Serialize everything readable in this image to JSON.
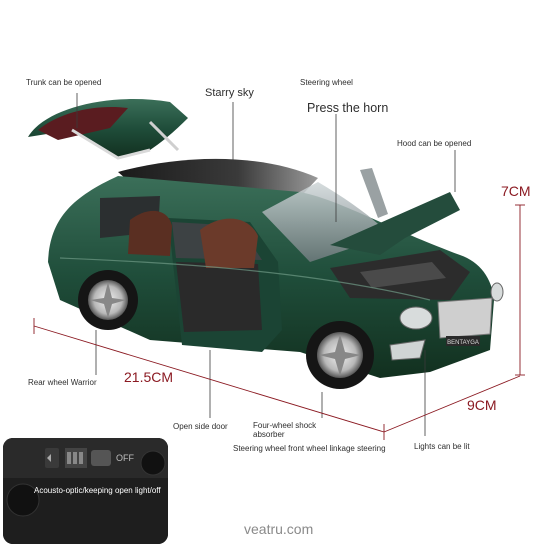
{
  "labels": {
    "trunk": "Trunk can be opened",
    "starry": "Starry sky",
    "steering": "Steering wheel",
    "horn": "Press the horn",
    "hood": "Hood can be opened",
    "rear_wheel": "Rear wheel Warrior",
    "side_door": "Open side door",
    "shock": "Four-wheel shock\nabsorber",
    "linkage": "Steering wheel front wheel linkage steering",
    "lights": "Lights can be lit"
  },
  "dimensions": {
    "height": "7CM",
    "length": "21.5CM",
    "width": "9CM"
  },
  "inset": {
    "switch_label": "OFF",
    "caption": "Acousto-optic/keeping open light/off"
  },
  "badge": "BENTAYGA",
  "watermark": "veatru.com",
  "colors": {
    "body": "#1f4d3a",
    "dimension_line": "#8b1a22",
    "label_text": "#2e2e2e"
  }
}
